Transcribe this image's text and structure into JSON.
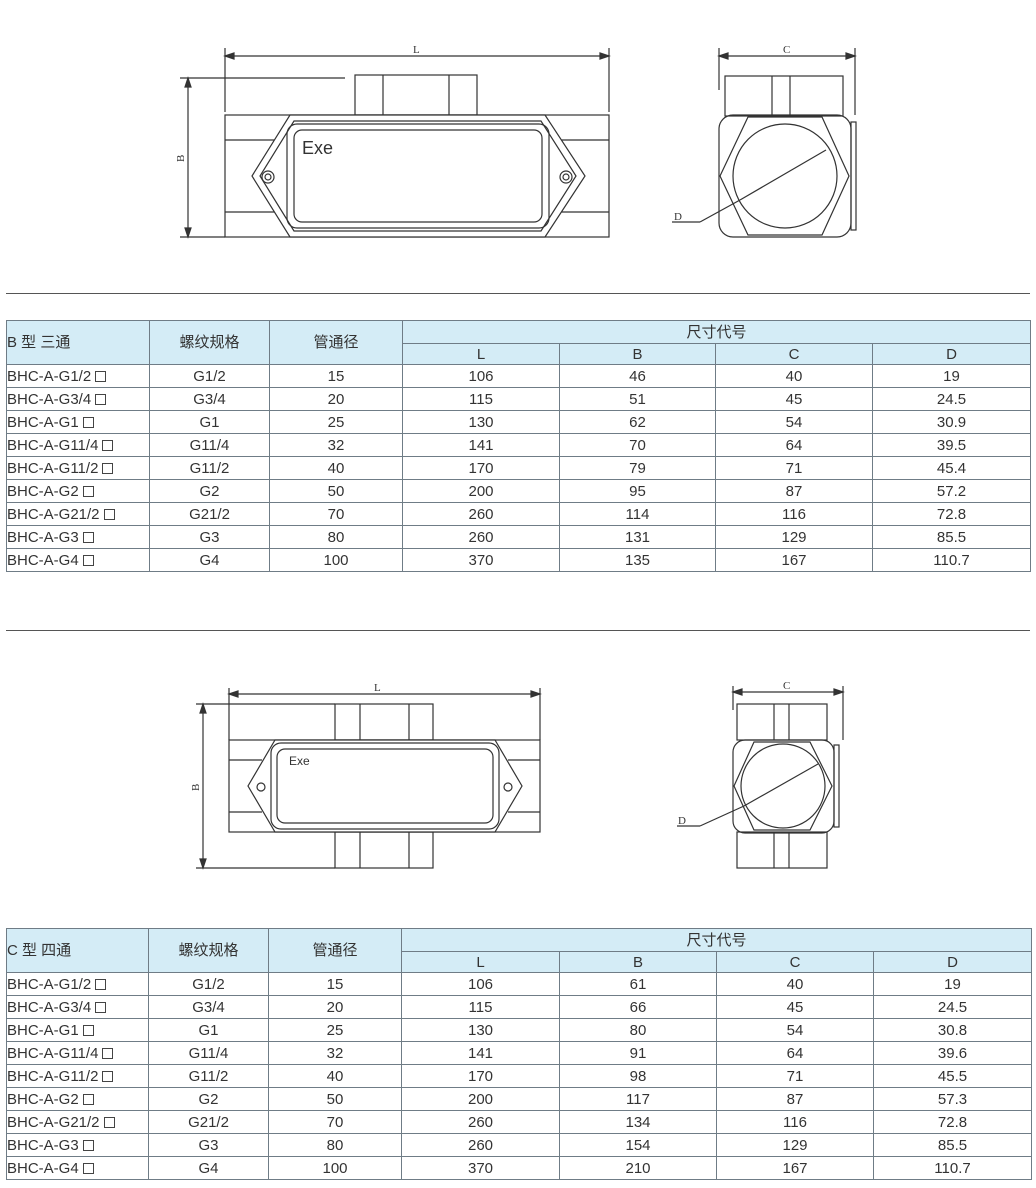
{
  "drawing1": {
    "dim_L": "L",
    "dim_B": "B",
    "dim_C": "C",
    "dim_D": "D",
    "mark": "Exe"
  },
  "drawing2": {
    "dim_L": "L",
    "dim_B": "B",
    "dim_C": "C",
    "dim_D": "D",
    "mark": "Exe"
  },
  "table1": {
    "title": "B 型 三通",
    "col_thread": "螺纹规格",
    "col_pipe": "管通径",
    "col_dims": "尺寸代号",
    "dim_cols": [
      "L",
      "B",
      "C",
      "D"
    ],
    "rows": [
      {
        "model": "BHC-A-G1/2",
        "thread": "G1/2",
        "pipe": "15",
        "L": "106",
        "B": "46",
        "C": "40",
        "D": "19"
      },
      {
        "model": "BHC-A-G3/4",
        "thread": "G3/4",
        "pipe": "20",
        "L": "115",
        "B": "51",
        "C": "45",
        "D": "24.5"
      },
      {
        "model": "BHC-A-G1",
        "thread": "G1",
        "pipe": "25",
        "L": "130",
        "B": "62",
        "C": "54",
        "D": "30.9"
      },
      {
        "model": "BHC-A-G11/4",
        "thread": "G11/4",
        "pipe": "32",
        "L": "141",
        "B": "70",
        "C": "64",
        "D": "39.5"
      },
      {
        "model": "BHC-A-G11/2",
        "thread": "G11/2",
        "pipe": "40",
        "L": "170",
        "B": "79",
        "C": "71",
        "D": "45.4"
      },
      {
        "model": "BHC-A-G2",
        "thread": "G2",
        "pipe": "50",
        "L": "200",
        "B": "95",
        "C": "87",
        "D": "57.2"
      },
      {
        "model": "BHC-A-G21/2",
        "thread": "G21/2",
        "pipe": "70",
        "L": "260",
        "B": "114",
        "C": "116",
        "D": "72.8"
      },
      {
        "model": "BHC-A-G3",
        "thread": "G3",
        "pipe": "80",
        "L": "260",
        "B": "131",
        "C": "129",
        "D": "85.5"
      },
      {
        "model": "BHC-A-G4",
        "thread": "G4",
        "pipe": "100",
        "L": "370",
        "B": "135",
        "C": "167",
        "D": "110.7"
      }
    ]
  },
  "table2": {
    "title": "C 型 四通",
    "col_thread": "螺纹规格",
    "col_pipe": "管通径",
    "col_dims": "尺寸代号",
    "dim_cols": [
      "L",
      "B",
      "C",
      "D"
    ],
    "rows": [
      {
        "model": "BHC-A-G1/2",
        "thread": "G1/2",
        "pipe": "15",
        "L": "106",
        "B": "61",
        "C": "40",
        "D": "19"
      },
      {
        "model": "BHC-A-G3/4",
        "thread": "G3/4",
        "pipe": "20",
        "L": "115",
        "B": "66",
        "C": "45",
        "D": "24.5"
      },
      {
        "model": "BHC-A-G1",
        "thread": "G1",
        "pipe": "25",
        "L": "130",
        "B": "80",
        "C": "54",
        "D": "30.8"
      },
      {
        "model": "BHC-A-G11/4",
        "thread": "G11/4",
        "pipe": "32",
        "L": "141",
        "B": "91",
        "C": "64",
        "D": "39.6"
      },
      {
        "model": "BHC-A-G11/2",
        "thread": "G11/2",
        "pipe": "40",
        "L": "170",
        "B": "98",
        "C": "71",
        "D": "45.5"
      },
      {
        "model": "BHC-A-G2",
        "thread": "G2",
        "pipe": "50",
        "L": "200",
        "B": "117",
        "C": "87",
        "D": "57.3"
      },
      {
        "model": "BHC-A-G21/2",
        "thread": "G21/2",
        "pipe": "70",
        "L": "260",
        "B": "134",
        "C": "116",
        "D": "72.8"
      },
      {
        "model": "BHC-A-G3",
        "thread": "G3",
        "pipe": "80",
        "L": "260",
        "B": "154",
        "C": "129",
        "D": "85.5"
      },
      {
        "model": "BHC-A-G4",
        "thread": "G4",
        "pipe": "100",
        "L": "370",
        "B": "210",
        "C": "167",
        "D": "110.7"
      }
    ]
  }
}
